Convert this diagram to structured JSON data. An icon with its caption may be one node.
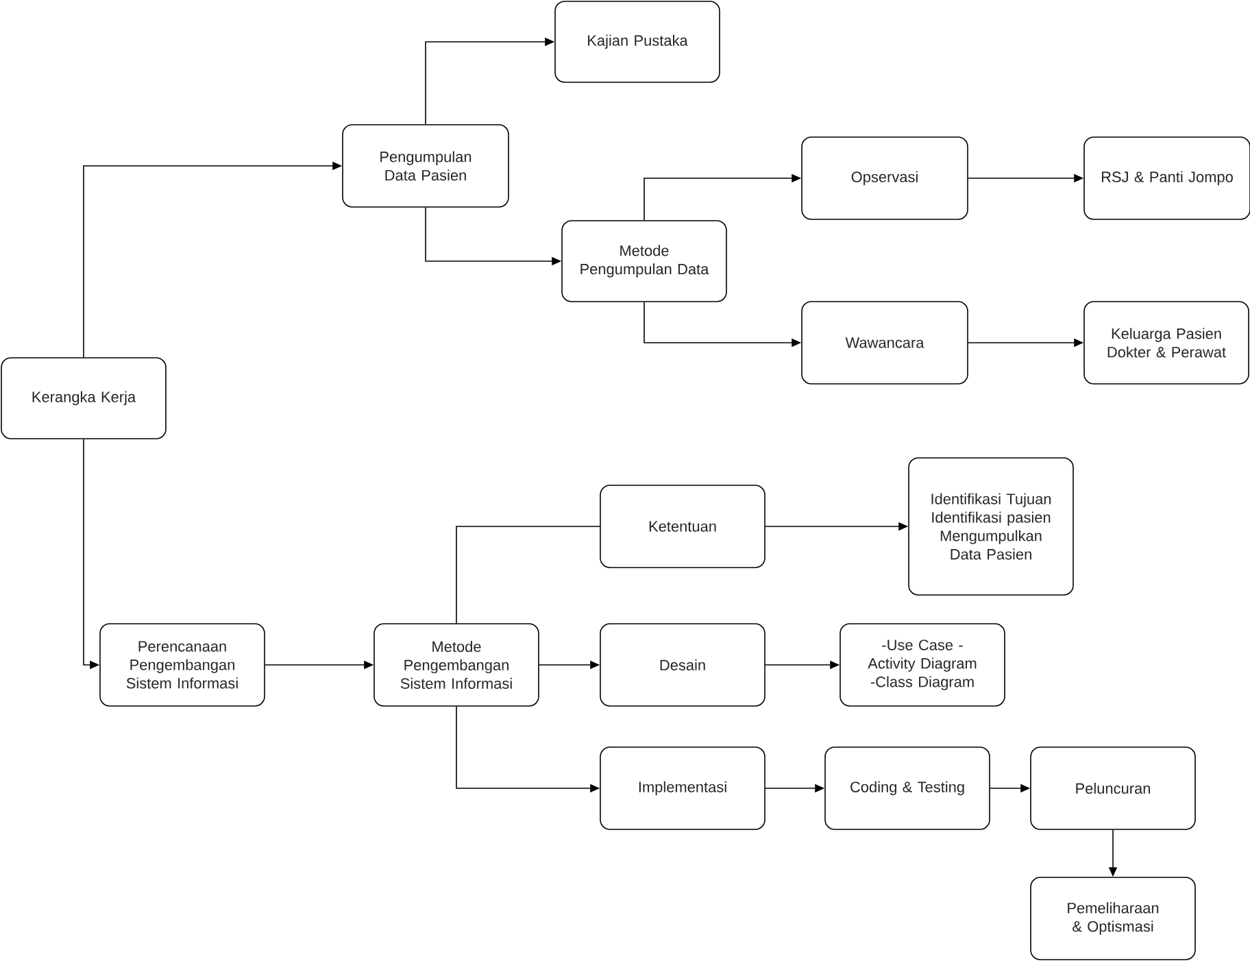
{
  "diagram": {
    "nodes": [
      {
        "text": [
          "Kerangka Kerja"
        ]
      },
      {
        "text": [
          "Pengumpulan Data Pasien"
        ]
      },
      {
        "text": [
          "Kajian Pustaka"
        ]
      },
      {
        "text": [
          "Metode Pengumpulan Data"
        ]
      },
      {
        "text": [
          "Opservasi"
        ]
      },
      {
        "text": [
          "RSJ & Panti Jompo"
        ]
      },
      {
        "text": [
          "Wawancara"
        ]
      },
      {
        "text": [
          "Keluarga Pasien Dokter & Perawat"
        ]
      },
      {
        "text": [
          "Perencanaan Pengembangan Sistem Informasi"
        ]
      },
      {
        "text": [
          "Metode Pengembangan Sistem Informasi"
        ]
      },
      {
        "text": [
          "Ketentuan"
        ]
      },
      {
        "text": [
          "Identifikasi Tujuan Identifikasi pasien Mengumpulkan Data Pasien"
        ]
      },
      {
        "text": [
          "Desain"
        ]
      },
      {
        "text": [
          "-Use Case -Activity Diagram -Class Diagram"
        ]
      },
      {
        "text": [
          "Implementasi"
        ]
      },
      {
        "text": [
          "Coding & Testing"
        ]
      },
      {
        "text": [
          "Peluncuran"
        ]
      },
      {
        "text": [
          "Pemeliharaan & Optismasi"
        ]
      }
    ],
    "edges": [
      {
        "from": 0,
        "to": 1,
        "arrow": "to"
      },
      {
        "from": 1,
        "to": 2,
        "arrow": "to"
      },
      {
        "from": 1,
        "to": 3,
        "arrow": "to"
      },
      {
        "from": 3,
        "to": 4,
        "arrow": "to"
      },
      {
        "from": 3,
        "to": 6,
        "arrow": "to"
      },
      {
        "from": 4,
        "to": 5,
        "arrow": "to"
      },
      {
        "from": 6,
        "to": 7,
        "arrow": "to"
      },
      {
        "from": 0,
        "to": 8,
        "arrow": "to"
      },
      {
        "from": 8,
        "to": 9,
        "arrow": "to"
      },
      {
        "from": 9,
        "to": 10,
        "arrow": "none"
      },
      {
        "from": 9,
        "to": 12,
        "arrow": "to"
      },
      {
        "from": 9,
        "to": 14,
        "arrow": "to"
      },
      {
        "from": 10,
        "to": 11,
        "arrow": "to"
      },
      {
        "from": 12,
        "to": 13,
        "arrow": "to"
      },
      {
        "from": 14,
        "to": 15,
        "arrow": "to"
      },
      {
        "from": 15,
        "to": 16,
        "arrow": "to"
      },
      {
        "from": 16,
        "to": 17,
        "arrow": "to"
      }
    ]
  }
}
